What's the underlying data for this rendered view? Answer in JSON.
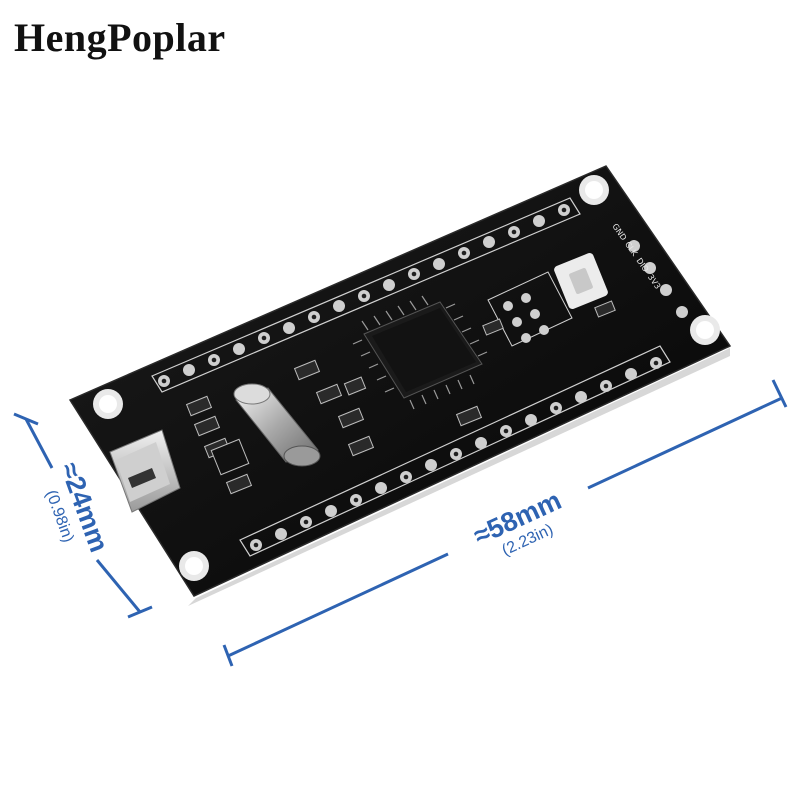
{
  "brand": {
    "name": "HengPoplar"
  },
  "dimensions": {
    "length": {
      "value": "≈58mm",
      "sub": "(2.23in)"
    },
    "width": {
      "value": "≈24mm",
      "sub": "(0.98in)"
    }
  },
  "board": {
    "header_labels": [
      "GND",
      "CLK",
      "DIO",
      "3V3"
    ]
  },
  "colors": {
    "pcb": "#0c0c0c",
    "dimension_line": "#2e63b2",
    "pin_ring": "#c9c9c9",
    "text": "#111111"
  }
}
